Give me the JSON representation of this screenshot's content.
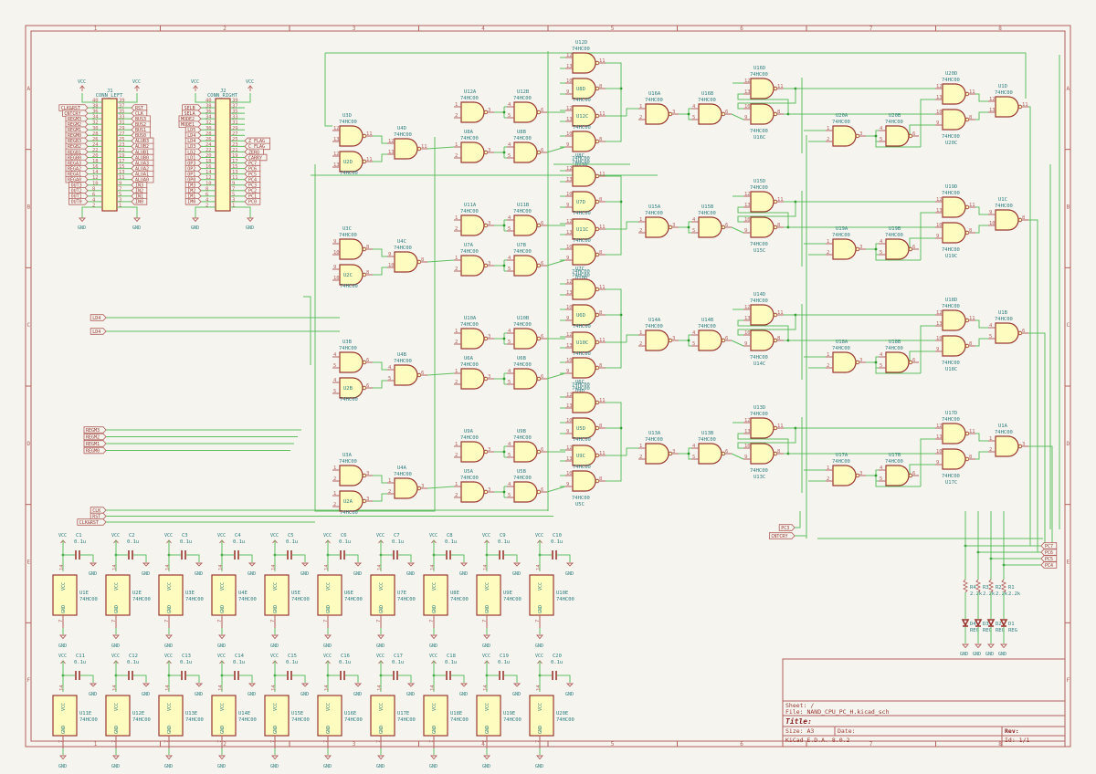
{
  "app": "KiCad schematic",
  "frame": {
    "columns": [
      "1",
      "2",
      "3",
      "4",
      "5",
      "6",
      "7",
      "8"
    ],
    "rows": [
      "A",
      "B",
      "C",
      "D",
      "E",
      "F"
    ]
  },
  "title_block": {
    "sheet": "Sheet: /",
    "file": "File: NAND_CPU_PC_H.kicad_sch",
    "title": "Title:",
    "size": "Size: A3",
    "date": "Date:",
    "rev": "Rev:",
    "tool": "KiCad E.D.A. 8.0.2",
    "id": "Id: 1/1"
  },
  "power": {
    "vcc": "VCC",
    "gnd": "GND"
  },
  "connector_left": {
    "ref": "J1",
    "value": "CONN_LEFT",
    "rows": [
      {
        "l": "40",
        "r": "39",
        "ln": "",
        "rn": ""
      },
      {
        "l": "38",
        "r": "37",
        "ln": "CLK&RST",
        "rn": "RST"
      },
      {
        "l": "36",
        "r": "35",
        "ln": "CNTCRY",
        "rn": "CLK"
      },
      {
        "l": "34",
        "r": "33",
        "ln": "REGM3",
        "rn": "BUS3"
      },
      {
        "l": "32",
        "r": "31",
        "ln": "REGM2",
        "rn": "BUS2"
      },
      {
        "l": "30",
        "r": "29",
        "ln": "REGM1",
        "rn": "BUS1"
      },
      {
        "l": "28",
        "r": "27",
        "ln": "REGM0",
        "rn": "BUS0"
      },
      {
        "l": "26",
        "r": "25",
        "ln": "REGB3",
        "rn": "ALUB3"
      },
      {
        "l": "24",
        "r": "23",
        "ln": "REGB2",
        "rn": "ALUB2"
      },
      {
        "l": "22",
        "r": "21",
        "ln": "REGB1",
        "rn": "ALUB1"
      },
      {
        "l": "20",
        "r": "19",
        "ln": "REGB0",
        "rn": "ALUB0"
      },
      {
        "l": "18",
        "r": "17",
        "ln": "REGA3",
        "rn": "ALUA3"
      },
      {
        "l": "16",
        "r": "15",
        "ln": "REGA2",
        "rn": "ALUA2"
      },
      {
        "l": "14",
        "r": "13",
        "ln": "REGA1",
        "rn": "ALUA1"
      },
      {
        "l": "12",
        "r": "11",
        "ln": "REGA0",
        "rn": "ALUA0"
      },
      {
        "l": "10",
        "r": "9",
        "ln": "OUT3",
        "rn": "IN3"
      },
      {
        "l": "8",
        "r": "7",
        "ln": "OUT2",
        "rn": "IN2"
      },
      {
        "l": "6",
        "r": "5",
        "ln": "OUT1",
        "rn": "IN1"
      },
      {
        "l": "4",
        "r": "3",
        "ln": "OUT0",
        "rn": "IN0"
      },
      {
        "l": "2",
        "r": "1",
        "ln": "",
        "rn": ""
      }
    ]
  },
  "connector_right": {
    "ref": "J2",
    "value": "CONN_RIGHT",
    "rows": [
      {
        "l": "40",
        "r": "39",
        "ln": "",
        "rn": ""
      },
      {
        "l": "38",
        "r": "37",
        "ln": "SELB",
        "rn": ""
      },
      {
        "l": "36",
        "r": "35",
        "ln": "SELA",
        "rn": ""
      },
      {
        "l": "34",
        "r": "33",
        "ln": "MODE2",
        "rn": ""
      },
      {
        "l": "32",
        "r": "31",
        "ln": "MODE1",
        "rn": ""
      },
      {
        "l": "30",
        "r": "29",
        "ln": "LD5",
        "rn": ""
      },
      {
        "l": "28",
        "r": "27",
        "ln": "LD4",
        "rn": ""
      },
      {
        "l": "26",
        "r": "25",
        "ln": "LD4",
        "rn": "Z_FLAG"
      },
      {
        "l": "24",
        "r": "23",
        "ln": "LD3",
        "rn": "C_FLAG"
      },
      {
        "l": "22",
        "r": "21",
        "ln": "LD2",
        "rn": "ZERO"
      },
      {
        "l": "20",
        "r": "19",
        "ln": "LD1",
        "rn": "CARRY"
      },
      {
        "l": "18",
        "r": "17",
        "ln": "OP3",
        "rn": "PC7"
      },
      {
        "l": "16",
        "r": "15",
        "ln": "OP2",
        "rn": "PC6"
      },
      {
        "l": "14",
        "r": "13",
        "ln": "OP1",
        "rn": "PC5"
      },
      {
        "l": "12",
        "r": "11",
        "ln": "OP0",
        "rn": "PC4"
      },
      {
        "l": "10",
        "r": "9",
        "ln": "IM3",
        "rn": "PC3"
      },
      {
        "l": "8",
        "r": "7",
        "ln": "IM2",
        "rn": "PC2"
      },
      {
        "l": "6",
        "r": "5",
        "ln": "IM1",
        "rn": "PC1"
      },
      {
        "l": "4",
        "r": "3",
        "ln": "IM0",
        "rn": "PC0"
      },
      {
        "l": "2",
        "r": "1",
        "ln": "",
        "rn": ""
      }
    ]
  },
  "input_labels": {
    "ld4_a": "LD4",
    "ld4_b": "LD4",
    "regm": [
      "REGM3",
      "REGM2",
      "REGM1",
      "REGM0"
    ],
    "clk": "CLK",
    "rst": "RST",
    "clkrst": "CLK&RST",
    "pc3": "PC3",
    "cntcry": "CNTCRY"
  },
  "output_labels": [
    "PC7",
    "PC6",
    "PC5",
    "PC4"
  ],
  "gate_value": "74HC00",
  "stages": [
    {
      "first": [
        {
          "ref": "U3D",
          "pins": [
            "12",
            "13",
            "11"
          ]
        },
        {
          "ref": "U2D",
          "pins": [
            "12",
            "13",
            "11"
          ]
        }
      ],
      "merge": {
        "ref": "U4D",
        "pins": [
          "12",
          "13",
          "11"
        ]
      },
      "pair_top": [
        {
          "ref": "U12A",
          "pins": [
            "1",
            "2",
            "3"
          ]
        },
        {
          "ref": "U12B",
          "pins": [
            "4",
            "5",
            "6"
          ]
        }
      ],
      "pair_bot": [
        {
          "ref": "U8A",
          "pins": [
            "1",
            "2",
            "3"
          ]
        },
        {
          "ref": "U8B",
          "pins": [
            "4",
            "5",
            "6"
          ]
        }
      ],
      "stack": [
        {
          "ref": "U12D",
          "pins": [
            "12",
            "13",
            "11"
          ]
        },
        {
          "ref": "U8D",
          "pins": [
            "10",
            "9",
            "8"
          ]
        },
        {
          "ref": "U12C",
          "pins": [
            "12",
            "13",
            "11"
          ]
        },
        {
          "ref": "U11D",
          "pins": [
            "10",
            "9",
            "8"
          ]
        }
      ],
      "half": [
        {
          "ref": "U16A",
          "pins": [
            "1",
            "2",
            "3"
          ]
        },
        {
          "ref": "U16B",
          "pins": [
            "4",
            "5",
            "6"
          ]
        }
      ],
      "latch": [
        {
          "ref": "U16D",
          "pins": [
            "12",
            "13",
            "11"
          ]
        },
        {
          "ref": "U16C",
          "pins": [
            "10",
            "9",
            "8"
          ]
        }
      ],
      "cmp": [
        {
          "ref": "U20A",
          "pins": [
            "1",
            "2",
            "3"
          ]
        },
        {
          "ref": "U20B",
          "pins": [
            "4",
            "5",
            "6"
          ]
        }
      ],
      "outpair": [
        {
          "ref": "U20D",
          "pins": [
            "12",
            "13",
            "11"
          ]
        },
        {
          "ref": "U20C",
          "pins": [
            "10",
            "9",
            "8"
          ]
        }
      ],
      "final": {
        "ref": "U1D",
        "pins": [
          "12",
          "13",
          "11"
        ]
      }
    },
    {
      "first": [
        {
          "ref": "U3C",
          "pins": [
            "9",
            "10",
            "8"
          ]
        },
        {
          "ref": "U2C",
          "pins": [
            "9",
            "10",
            "8"
          ]
        }
      ],
      "merge": {
        "ref": "U4C",
        "pins": [
          "9",
          "10",
          "8"
        ]
      },
      "pair_top": [
        {
          "ref": "U11A",
          "pins": [
            "1",
            "2",
            "3"
          ]
        },
        {
          "ref": "U11B",
          "pins": [
            "4",
            "5",
            "6"
          ]
        }
      ],
      "pair_bot": [
        {
          "ref": "U7A",
          "pins": [
            "1",
            "2",
            "3"
          ]
        },
        {
          "ref": "U7B",
          "pins": [
            "4",
            "5",
            "6"
          ]
        }
      ],
      "stack": [
        {
          "ref": "U8C",
          "pins": [
            "12",
            "13",
            "11"
          ]
        },
        {
          "ref": "U7D",
          "pins": [
            "10",
            "9",
            "8"
          ]
        },
        {
          "ref": "U11C",
          "pins": [
            "12",
            "13",
            "11"
          ]
        },
        {
          "ref": "U10D",
          "pins": [
            "10",
            "9",
            "8"
          ]
        }
      ],
      "half": [
        {
          "ref": "U15A",
          "pins": [
            "1",
            "2",
            "3"
          ]
        },
        {
          "ref": "U15B",
          "pins": [
            "4",
            "5",
            "6"
          ]
        }
      ],
      "latch": [
        {
          "ref": "U15D",
          "pins": [
            "12",
            "13",
            "11"
          ]
        },
        {
          "ref": "U15C",
          "pins": [
            "10",
            "9",
            "8"
          ]
        }
      ],
      "cmp": [
        {
          "ref": "U19A",
          "pins": [
            "1",
            "2",
            "3"
          ]
        },
        {
          "ref": "U19B",
          "pins": [
            "4",
            "5",
            "6"
          ]
        }
      ],
      "outpair": [
        {
          "ref": "U19D",
          "pins": [
            "12",
            "13",
            "11"
          ]
        },
        {
          "ref": "U19C",
          "pins": [
            "10",
            "9",
            "8"
          ]
        }
      ],
      "final": {
        "ref": "U1C",
        "pins": [
          "9",
          "10",
          "8"
        ]
      }
    },
    {
      "first": [
        {
          "ref": "U3B",
          "pins": [
            "4",
            "5",
            "6"
          ]
        },
        {
          "ref": "U2B",
          "pins": [
            "4",
            "5",
            "6"
          ]
        }
      ],
      "merge": {
        "ref": "U4B",
        "pins": [
          "4",
          "5",
          "6"
        ]
      },
      "pair_top": [
        {
          "ref": "U10A",
          "pins": [
            "1",
            "2",
            "3"
          ]
        },
        {
          "ref": "U10B",
          "pins": [
            "4",
            "5",
            "6"
          ]
        }
      ],
      "pair_bot": [
        {
          "ref": "U6A",
          "pins": [
            "1",
            "2",
            "3"
          ]
        },
        {
          "ref": "U6B",
          "pins": [
            "4",
            "5",
            "6"
          ]
        }
      ],
      "stack": [
        {
          "ref": "U7C",
          "pins": [
            "12",
            "13",
            "11"
          ]
        },
        {
          "ref": "U6D",
          "pins": [
            "10",
            "9",
            "8"
          ]
        },
        {
          "ref": "U10C",
          "pins": [
            "12",
            "13",
            "11"
          ]
        },
        {
          "ref": "U9D",
          "pins": [
            "10",
            "9",
            "8"
          ]
        }
      ],
      "half": [
        {
          "ref": "U14A",
          "pins": [
            "1",
            "2",
            "3"
          ]
        },
        {
          "ref": "U14B",
          "pins": [
            "4",
            "5",
            "6"
          ]
        }
      ],
      "latch": [
        {
          "ref": "U14D",
          "pins": [
            "12",
            "13",
            "11"
          ]
        },
        {
          "ref": "U14C",
          "pins": [
            "10",
            "9",
            "8"
          ]
        }
      ],
      "cmp": [
        {
          "ref": "U18A",
          "pins": [
            "1",
            "2",
            "3"
          ]
        },
        {
          "ref": "U18B",
          "pins": [
            "4",
            "5",
            "6"
          ]
        }
      ],
      "outpair": [
        {
          "ref": "U18D",
          "pins": [
            "12",
            "13",
            "11"
          ]
        },
        {
          "ref": "U18C",
          "pins": [
            "10",
            "9",
            "8"
          ]
        }
      ],
      "final": {
        "ref": "U1B",
        "pins": [
          "4",
          "5",
          "6"
        ]
      }
    },
    {
      "first": [
        {
          "ref": "U3A",
          "pins": [
            "1",
            "2",
            "3"
          ]
        },
        {
          "ref": "U2A",
          "pins": [
            "1",
            "2",
            "3"
          ]
        }
      ],
      "merge": {
        "ref": "U4A",
        "pins": [
          "1",
          "2",
          "3"
        ]
      },
      "pair_top": [
        {
          "ref": "U9A",
          "pins": [
            "1",
            "2",
            "3"
          ]
        },
        {
          "ref": "U9B",
          "pins": [
            "4",
            "5",
            "6"
          ]
        }
      ],
      "pair_bot": [
        {
          "ref": "U5A",
          "pins": [
            "1",
            "2",
            "3"
          ]
        },
        {
          "ref": "U5B",
          "pins": [
            "4",
            "5",
            "6"
          ]
        }
      ],
      "stack": [
        {
          "ref": "U6C",
          "pins": [
            "12",
            "13",
            "11"
          ]
        },
        {
          "ref": "U5D",
          "pins": [
            "10",
            "9",
            "8"
          ]
        },
        {
          "ref": "U9C",
          "pins": [
            "12",
            "13",
            "11"
          ]
        },
        {
          "ref": "U5C",
          "pins": [
            "10",
            "9",
            "8"
          ]
        }
      ],
      "half": [
        {
          "ref": "U13A",
          "pins": [
            "1",
            "2",
            "3"
          ]
        },
        {
          "ref": "U13B",
          "pins": [
            "4",
            "5",
            "6"
          ]
        }
      ],
      "latch": [
        {
          "ref": "U13D",
          "pins": [
            "12",
            "13",
            "11"
          ]
        },
        {
          "ref": "U13C",
          "pins": [
            "10",
            "9",
            "8"
          ]
        }
      ],
      "cmp": [
        {
          "ref": "U17A",
          "pins": [
            "1",
            "2",
            "3"
          ]
        },
        {
          "ref": "U17B",
          "pins": [
            "4",
            "5",
            "6"
          ]
        }
      ],
      "outpair": [
        {
          "ref": "U17D",
          "pins": [
            "12",
            "13",
            "11"
          ]
        },
        {
          "ref": "U17C",
          "pins": [
            "10",
            "9",
            "8"
          ]
        }
      ],
      "final": {
        "ref": "U1A",
        "pins": [
          "1",
          "2",
          "3"
        ]
      }
    }
  ],
  "decoupling": {
    "cap_value": "0.1u",
    "vcc_pin": "14",
    "gnd_pin": "7",
    "vcc_label": "VCC",
    "gnd_label": "GND",
    "rows": [
      [
        {
          "cap": "C1",
          "unit": "U1E"
        },
        {
          "cap": "C2",
          "unit": "U2E"
        },
        {
          "cap": "C3",
          "unit": "U3E"
        },
        {
          "cap": "C4",
          "unit": "U4E"
        },
        {
          "cap": "C5",
          "unit": "U5E"
        },
        {
          "cap": "C6",
          "unit": "U6E"
        },
        {
          "cap": "C7",
          "unit": "U7E"
        },
        {
          "cap": "C8",
          "unit": "U8E"
        },
        {
          "cap": "C9",
          "unit": "U9E"
        },
        {
          "cap": "C10",
          "unit": "U10E"
        }
      ],
      [
        {
          "cap": "C11",
          "unit": "U11E"
        },
        {
          "cap": "C12",
          "unit": "U12E"
        },
        {
          "cap": "C13",
          "unit": "U13E"
        },
        {
          "cap": "C14",
          "unit": "U14E"
        },
        {
          "cap": "C15",
          "unit": "U15E"
        },
        {
          "cap": "C16",
          "unit": "U16E"
        },
        {
          "cap": "C17",
          "unit": "U17E"
        },
        {
          "cap": "C18",
          "unit": "U18E"
        },
        {
          "cap": "C19",
          "unit": "U19E"
        },
        {
          "cap": "C20",
          "unit": "U20E"
        }
      ]
    ]
  },
  "leds": {
    "resistors": [
      {
        "ref": "R4",
        "value": "2.2k"
      },
      {
        "ref": "R3",
        "value": "2.2k"
      },
      {
        "ref": "R2",
        "value": "2.2k"
      },
      {
        "ref": "R1",
        "value": "2.2k"
      }
    ],
    "diodes": [
      {
        "ref": "D4",
        "value": "REG"
      },
      {
        "ref": "D3",
        "value": "REG"
      },
      {
        "ref": "D2",
        "value": "REG"
      },
      {
        "ref": "D1",
        "value": "REG"
      }
    ]
  }
}
